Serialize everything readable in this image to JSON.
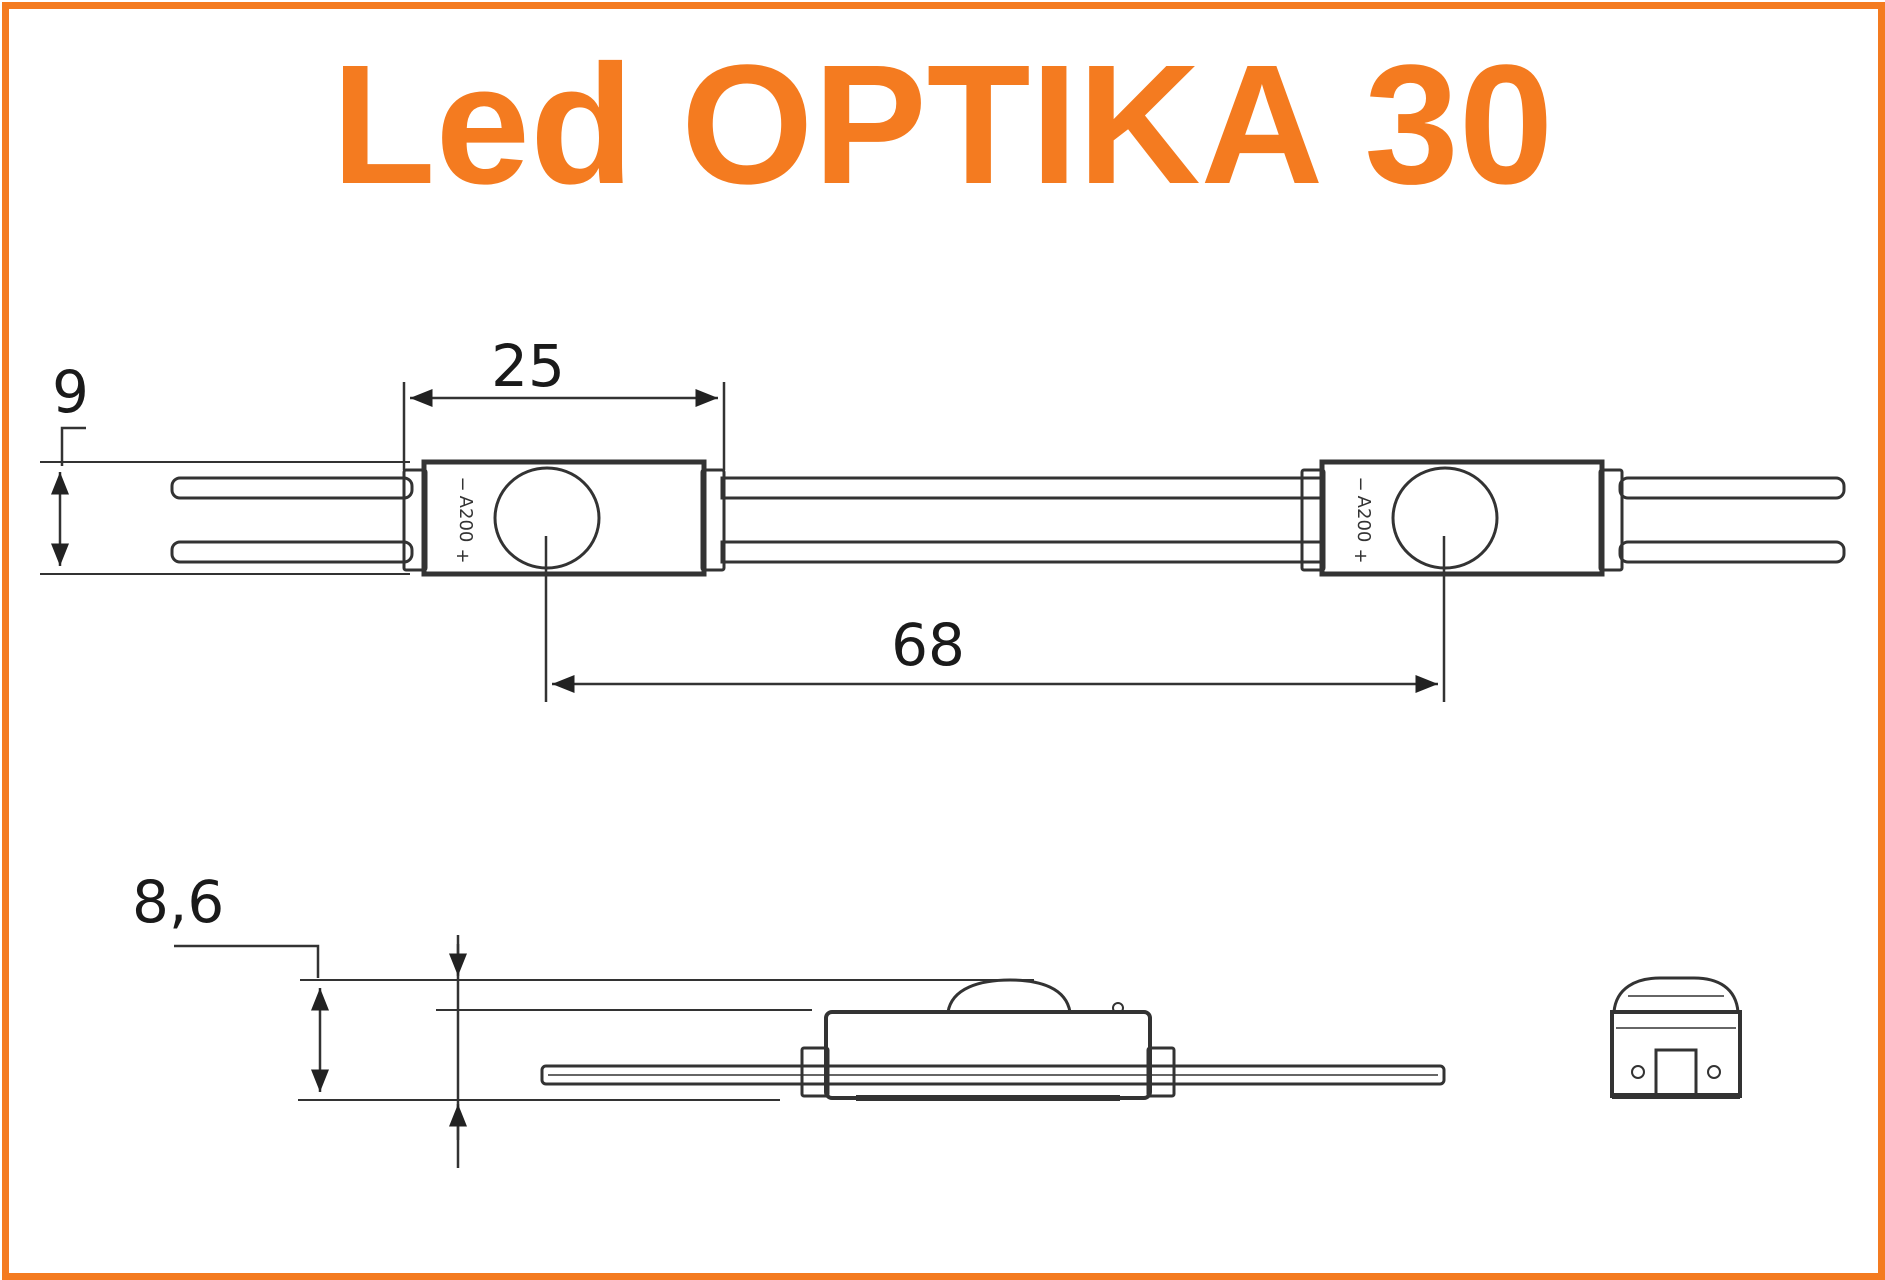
{
  "title": "Led OPTIKA 30",
  "colors": {
    "frame": "#f47b20",
    "title": "#f47b20",
    "line": "#333333"
  },
  "dimensions": {
    "height": "9",
    "width": "25",
    "pitch": "68",
    "depth": "8,6"
  },
  "module_markings": {
    "minus": "−",
    "plus": "+",
    "code": "A200"
  }
}
